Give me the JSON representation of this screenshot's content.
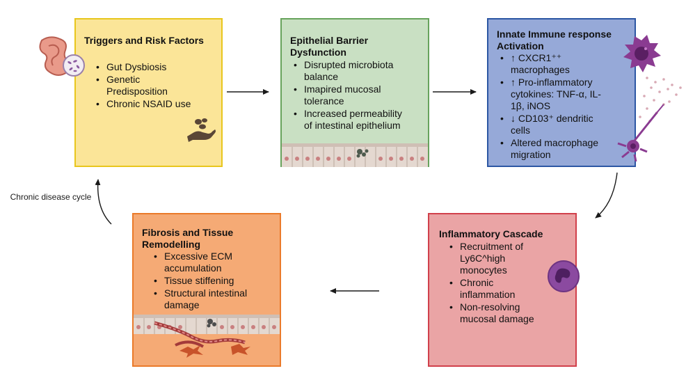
{
  "boxes": {
    "triggers": {
      "title": "Triggers and Risk Factors",
      "items": [
        "Gut Dysbiosis",
        "Genetic Predisposition",
        "Chronic NSAID use"
      ]
    },
    "epithelial": {
      "title": "Epithelial Barrier Dysfunction",
      "items": [
        "Disrupted microbiota balance",
        "Imapired mucosal tolerance",
        "Increased permeability of intestinal epithelium"
      ]
    },
    "innate": {
      "title": "Innate Immune response Activation",
      "items": [
        "↑ CXCR1⁺⁺ macrophages",
        "↑ Pro-inflammatory cytokines: TNF-α, IL-1β, iNOS",
        "↓ CD103⁺ dendritic cells",
        "Altered macrophage migration"
      ]
    },
    "cascade": {
      "title": "Inflammatory Cascade",
      "items": [
        "Recruitment of Ly6C^high monocytes",
        "Chronic inflammation",
        "Non-resolving mucosal damage"
      ]
    },
    "fibrosis": {
      "title": "Fibrosis and Tissue Remodelling",
      "items": [
        "Excessive ECM accumulation",
        "Tissue stiffening",
        "Structural intestinal damage"
      ]
    }
  },
  "cycle_label": "Chronic disease cycle",
  "icons": [
    "intestine-icon",
    "hand-pills-icon",
    "epithelium-icon",
    "macrophage-icon",
    "cytokine-dots-icon",
    "dendritic-cell-icon",
    "monocyte-icon",
    "fibroblast-icon"
  ],
  "colors": {
    "triggers_fill": "#fbe598",
    "triggers_border": "#e8c61d",
    "epithelial_fill": "#c9e0c3",
    "epithelial_border": "#67a35c",
    "innate_fill": "#96a9d8",
    "innate_border": "#2c56a3",
    "cascade_fill": "#eaa4a5",
    "cascade_border": "#d1404b",
    "fibrosis_fill": "#f5aa75",
    "fibrosis_border": "#ea7a2a"
  }
}
